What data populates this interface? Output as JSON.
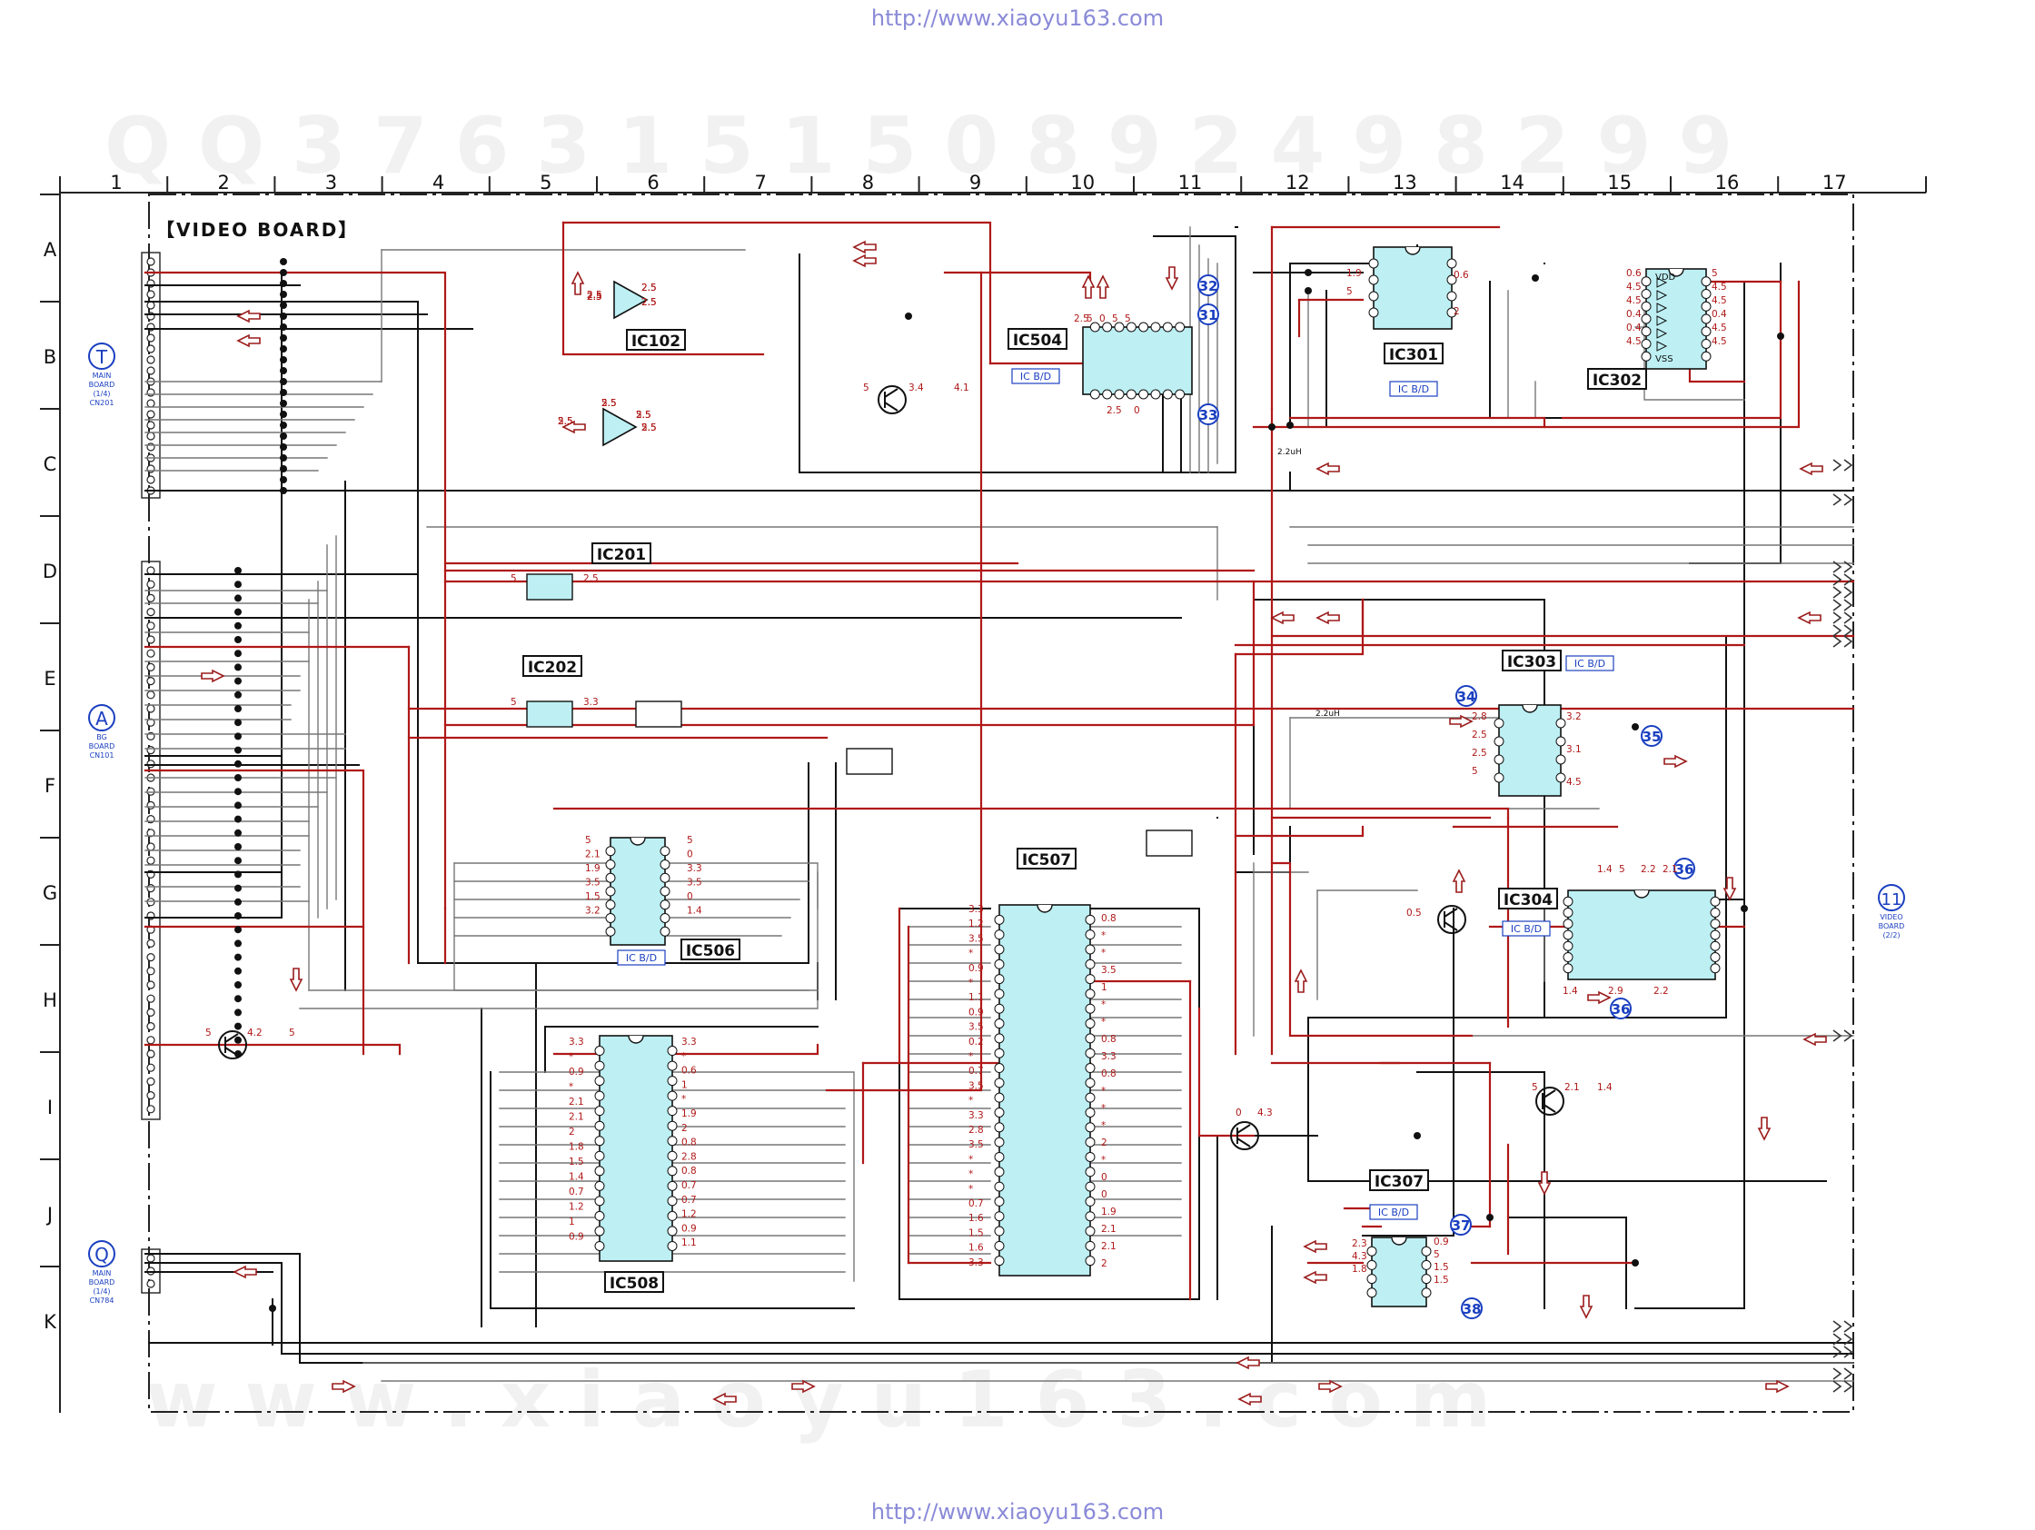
{
  "header_url": "http://www.xiaoyu163.com",
  "footer_url": "http://www.xiaoyu163.com",
  "watermark_top": "Q Q 3 7 6 3 1 5 1 5 0     8 9 2 4 9 8 2 9 9",
  "watermark_bottom": "w w w . x i a o y u 1 6 3 . c o m",
  "board_title": "【VIDEO BOARD】",
  "columns": [
    "1",
    "2",
    "3",
    "4",
    "5",
    "6",
    "7",
    "8",
    "9",
    "10",
    "11",
    "12",
    "13",
    "14",
    "15",
    "16",
    "17"
  ],
  "rows": [
    "A",
    "B",
    "C",
    "D",
    "E",
    "F",
    "G",
    "H",
    "I",
    "J",
    "K"
  ],
  "connectors": [
    {
      "letter": "T",
      "l1": "MAIN",
      "l2": "BOARD",
      "l3": "(1/4)",
      "l4": "CN201"
    },
    {
      "letter": "A",
      "l1": "BG",
      "l2": "BOARD",
      "l3": "CN101",
      "l4": ""
    },
    {
      "letter": "Q",
      "l1": "MAIN",
      "l2": "BOARD",
      "l3": "(1/4)",
      "l4": "CN784"
    },
    {
      "letter": "11",
      "l1": "VIDEO",
      "l2": "BOARD",
      "l3": "(2/2)",
      "l4": ""
    }
  ],
  "ic_labels": {
    "ic102": "IC102",
    "ic504": "IC504",
    "ic301": "IC301",
    "ic302": "IC302",
    "ic201": "IC201",
    "ic202": "IC202",
    "ic303": "IC303",
    "ic304": "IC304",
    "ic506": "IC506",
    "ic507": "IC507",
    "ic508": "IC508",
    "ic307": "IC307"
  },
  "ic_bd": "IC B/D",
  "test_points": [
    "31",
    "32",
    "33",
    "34",
    "35",
    "36",
    "37",
    "38"
  ],
  "inductor_label": "2.2uH",
  "ic302_pins": {
    "vdd": "VDD",
    "vss": "VSS"
  },
  "voltages": {
    "ic102_a": [
      "2.5",
      "2.5",
      "2.5"
    ],
    "ic102_b": [
      "5",
      "2.5",
      "2.5",
      "2.5"
    ],
    "ic504_top": [
      "2.5",
      "5",
      "0",
      "5",
      "5"
    ],
    "ic504_bottom": [
      "2.5",
      "0"
    ],
    "q_ic504": [
      "5",
      "3.4",
      "4.1"
    ],
    "ic301_left": [
      "1.9",
      "5"
    ],
    "ic301_right": [
      "0.6",
      "2"
    ],
    "ic302_left": [
      "0.6",
      "4.5",
      "4.5",
      "0.4",
      "0.4",
      "4.5"
    ],
    "ic302_right": [
      "5",
      "4.5",
      "4.5",
      "0.4",
      "4.5",
      "4.5"
    ],
    "ic201": [
      "5",
      "2.5"
    ],
    "ic202": [
      "5",
      "3.3"
    ],
    "ic303_left": [
      "2.8",
      "2.5",
      "2.5",
      "5"
    ],
    "ic303_right": [
      "3.2",
      "3.1",
      "4.5"
    ],
    "ic304_top": [
      "1.4",
      "5",
      "2.2",
      "2.1"
    ],
    "ic304_bottom": [
      "1.4",
      "2.9",
      "2.2"
    ],
    "ic304_q": [
      "0.5"
    ],
    "ic506_left": [
      "5",
      "2.1",
      "1.9",
      "3.5",
      "1.5",
      "3.2"
    ],
    "ic506_right": [
      "5",
      "0",
      "3.3",
      "3.5",
      "0",
      "1.4"
    ],
    "ic507_left": [
      "3.3",
      "1.2",
      "3.5",
      "*",
      "0.9",
      "*",
      "1.1",
      "0.9",
      "3.5",
      "0.2",
      "*",
      "0.7",
      "3.5",
      "*",
      "3.3",
      "2.8",
      "3.5",
      "*",
      "*",
      "*",
      "0.7",
      "1.6",
      "1.5",
      "1.6",
      "3.3"
    ],
    "ic507_right": [
      "0.8",
      "*",
      "*",
      "3.5",
      "1",
      "*",
      "*",
      "0.8",
      "3.3",
      "0.8",
      "*",
      "*",
      "*",
      "2",
      "*",
      "0",
      "0",
      "1.9",
      "2.1",
      "2.1",
      "2"
    ],
    "ic508_left": [
      "3.3",
      "*",
      "0.9",
      "*",
      "2.1",
      "2.1",
      "2",
      "1.8",
      "1.5",
      "1.4",
      "0.7",
      "1.2",
      "1",
      "0.9"
    ],
    "ic508_right": [
      "3.3",
      "*",
      "0.6",
      "1",
      "*",
      "1.9",
      "2",
      "0.8",
      "2.8",
      "0.8",
      "0.7",
      "0.7",
      "1.2",
      "0.9",
      "1.1"
    ],
    "ic307_left": [
      "2.3",
      "4.3",
      "1.8"
    ],
    "ic307_right": [
      "0.9",
      "5",
      "1.5",
      "1.5"
    ],
    "q_left": [
      "5",
      "4.2",
      "5"
    ],
    "q_center": [
      "0",
      "4.3"
    ],
    "q_right": [
      "5",
      "2.1",
      "1.4"
    ]
  }
}
